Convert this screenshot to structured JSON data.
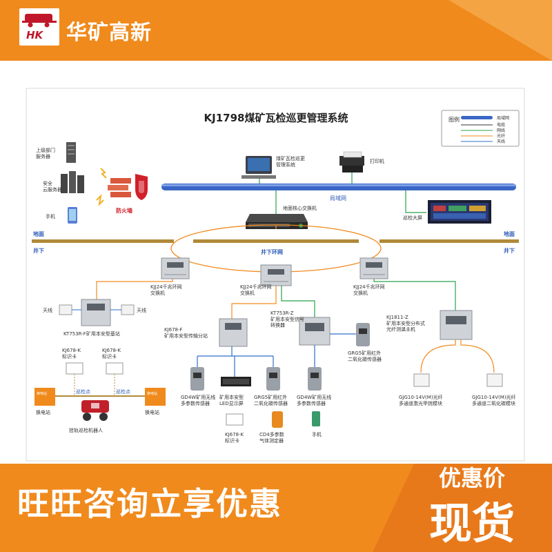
{
  "brand": {
    "logo_text": "HK",
    "name": "华矿高新"
  },
  "diagram": {
    "title": "KJ1798煤矿瓦检巡更管理系统",
    "legend": {
      "header": "图例",
      "items": [
        {
          "label": "局域网",
          "color": "#3a66c6"
        },
        {
          "label": "电缆",
          "color": "#333333"
        },
        {
          "label": "网线",
          "color": "#2aa24a"
        },
        {
          "label": "光纤",
          "color": "#f08a1c"
        },
        {
          "label": "天线",
          "color": "#2d6fc9"
        }
      ]
    },
    "labels": {
      "superior_server": "上级部门\n服务器",
      "safety_cloud": "安全\n云服务器",
      "phone": "手机",
      "firewall": "防火墙",
      "gas_patrol_system": "煤矿瓦检巡更\n管理系统",
      "printer": "打印机",
      "lan": "局域网",
      "core_switch": "地面核心交换机",
      "big_screen": "巡检大屏",
      "ground_left": "地面",
      "ground_right": "地面",
      "underground_left": "井下",
      "underground_right": "井下",
      "ring_network": "井下环网",
      "switch_left": "KJJ24千兆环网\n交换机",
      "switch_mid": "KJJ24千兆环网\n交换机",
      "switch_right": "KJJ24千兆环网\n交换机",
      "antenna_left": "天线",
      "antenna_right": "天线",
      "base_station": "KT753R-F矿用本安型基站",
      "id_card_1": "KJ678-K\n标识卡",
      "id_card_2": "KJ678-K\n标识卡",
      "patrol_point_1": "巡检点",
      "patrol_point_2": "巡检点",
      "station_left": "换电站",
      "station_right": "换电站",
      "robot": "挂轨巡检机器人",
      "splitter": "KJ678-F\n矿用本安型传输分站",
      "converter": "KT753R-Z\n矿用本安型信号\n转换器",
      "grg5_right": "GRG5矿用红外\n二氧化碳传感器",
      "gd4w_left": "GD4W矿用无线\n多参数传感器",
      "led_screen": "矿用本安型\nLED显示屏",
      "grg5_mid": "GRG5矿用红外\n二氧化碳传感器",
      "gd4w_mid": "GD4W矿用无线\n多参数传感器",
      "id_card_3": "KJ678-K\n标识卡",
      "cd4_tester": "CD4多参数\n气体测定器",
      "phone_under": "手机",
      "fiber_host": "KJ1811-Z\n矿用本安型分布式\n光纤测温主机",
      "gjg_left": "GJG10-14V(M)光纤\n多通道激光甲烷模块",
      "gjg_right": "GJG10-14V(M)光纤\n多通道二氧化碳模块",
      "station_tag": "换电站"
    }
  },
  "promo": {
    "text": "旺旺咨询立享优惠",
    "price_label": "优惠价",
    "stock": "现货"
  },
  "colors": {
    "banner": "#f08a1c",
    "lan": "#3a66c6",
    "cable": "#333333",
    "ethernet": "#2aa24a",
    "fiber": "#f08a1c",
    "ground_line": "#b08a3a"
  }
}
